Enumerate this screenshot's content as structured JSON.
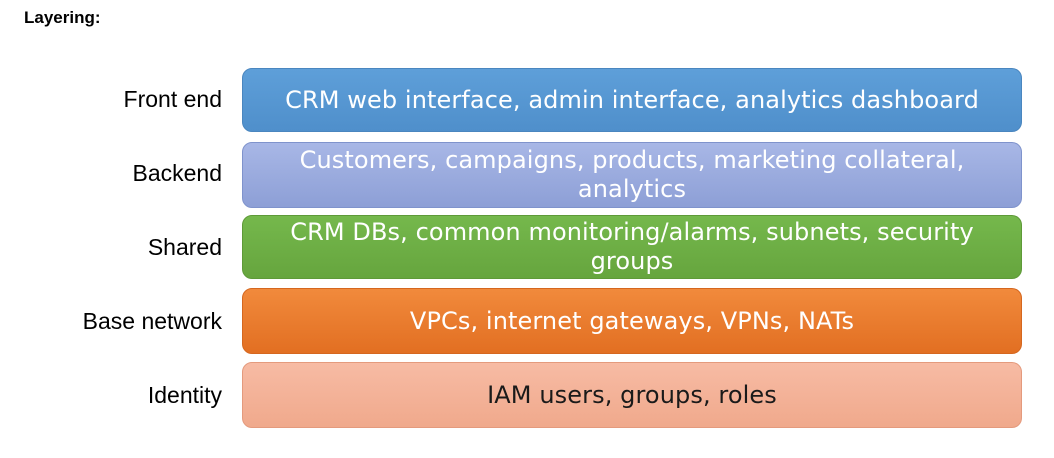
{
  "heading": "Layering:",
  "layers": [
    {
      "label": "Front end",
      "text": "CRM web interface, admin interface, analytics dashboard",
      "color": "#5b9bd5",
      "text_color": "#ffffff"
    },
    {
      "label": "Backend",
      "text": "Customers, campaigns, products, marketing collateral, analytics",
      "color": "#9daedf",
      "text_color": "#ffffff"
    },
    {
      "label": "Shared",
      "text": "CRM DBs, common monitoring/alarms, subnets, security groups",
      "color": "#70ad47",
      "text_color": "#ffffff"
    },
    {
      "label": "Base network",
      "text": "VPCs, internet gateways, VPNs, NATs",
      "color": "#ed7d31",
      "text_color": "#ffffff"
    },
    {
      "label": "Identity",
      "text": "IAM users, groups, roles",
      "color": "#f4b39a",
      "text_color": "#1a1a1a"
    }
  ]
}
